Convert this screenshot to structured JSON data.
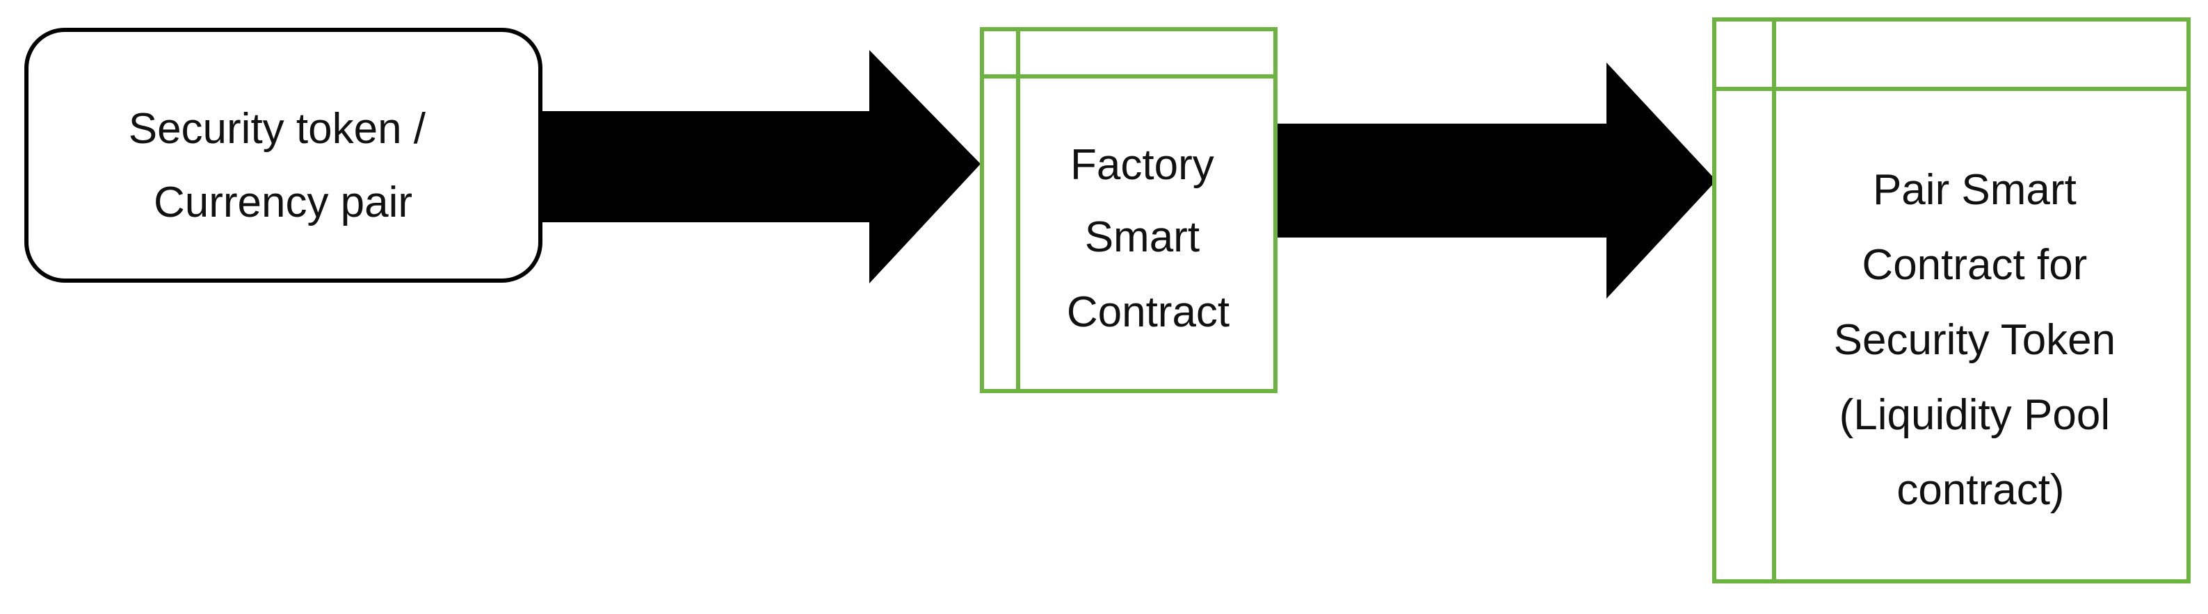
{
  "diagram": {
    "nodes": [
      {
        "id": "security-token-pair",
        "shape": "rounded-rectangle",
        "lines": [
          "Security token /",
          "Currency pair"
        ]
      },
      {
        "id": "factory-smart-contract",
        "shape": "internal-storage-box",
        "lines": [
          "Factory",
          "Smart",
          "Contract"
        ]
      },
      {
        "id": "pair-smart-contract",
        "shape": "internal-storage-box",
        "lines": [
          "Pair Smart",
          "Contract for",
          "Security Token",
          "(Liquidity Pool",
          "contract)"
        ]
      }
    ],
    "edges": [
      {
        "from": "security-token-pair",
        "to": "factory-smart-contract",
        "style": "block-arrow"
      },
      {
        "from": "factory-smart-contract",
        "to": "pair-smart-contract",
        "style": "block-arrow"
      }
    ],
    "colors": {
      "box_border": "#6db33f",
      "rounded_border": "#000000",
      "arrow_fill": "#000000",
      "text": "#111111",
      "background": "#ffffff"
    }
  }
}
